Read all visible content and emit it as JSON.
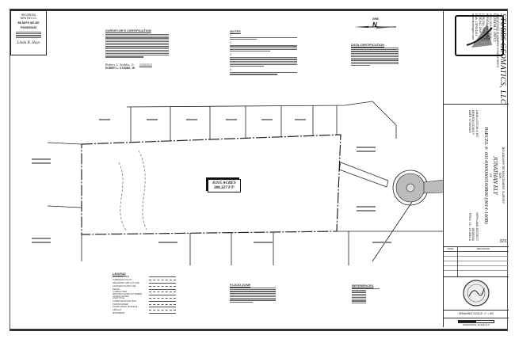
{
  "stamp": {
    "lines": [
      "RECORDED",
      "NEWTON CO.",
      "BK 88 PG 387-387",
      "P2023000126"
    ],
    "signature": "Linda B. Hays"
  },
  "surveyor_certification": {
    "heading": "SURVEYOR'S CERTIFICATION",
    "signature": "Robert L. Stubbs, Jr.",
    "signature_date": "07/05/2023",
    "signer": "ROBERT L. STUBBS, JR."
  },
  "notes": {
    "heading": "NOTES",
    "items": [
      "1.",
      "2.",
      "3.",
      "4."
    ]
  },
  "north_arrow": {
    "label": "GRID",
    "letter": "N"
  },
  "data_certification": {
    "heading": "DATA CERTIFICATION"
  },
  "area": {
    "acres": "8.915 ACRES",
    "square_feet": "388,327 FT²"
  },
  "legend": {
    "heading": "LEGEND",
    "items": [
      "BOUNDARY LINE",
      "OVERHEAD UTILITY",
      "NEIGHBOR LAND LOT LINE",
      "ADJACENT PLANS LINE",
      "FENCE",
      "CURBGUTTER",
      "IRON PIN FOUND (1/2\" REBAR UNLESS NOTED)",
      "LIGHT POLE",
      "COMMUNICATIONS BOX",
      "TRANSFORMER",
      "STORM DRAIN MANHOLE",
      "ASPHALT",
      "MONUMENT"
    ]
  },
  "flood_zone": {
    "heading": "FLOOD ZONE"
  },
  "references": {
    "heading": "REFERENCES"
  },
  "title_block": {
    "company": "STUBBS GEOMATICS, LLC",
    "tagline": "SURVEYORS  PLANNERS  CONSULTANTS",
    "contact_heading": "CONTACT INFO:",
    "contact": [
      "2441 US HWY 80 E",
      "MERIDA, GA 30056",
      "(478) 314-7979",
      "(478) 842-2840",
      "COA: LSF001191",
      "www.stubbsgeo.com"
    ],
    "logo_text": "SG",
    "survey_type": "BOUNDARY RETRACEMENT SURVEY",
    "for": "FOR",
    "client": "JONATHAN ELY",
    "of": "OF",
    "parcel": "PARCEL #: 00140000000100B00 (0014-100B)",
    "land_lots": "LAND LOTS 88 & 107",
    "county": "NEWTON COUNTY",
    "date": "DATE: 07/05/2023",
    "district": "10TH LAND DISTRICT",
    "state": "GEORGIA",
    "proj": "PROJ. I.D.: 23-0816-A",
    "sheet_no": "323",
    "rev_headers": [
      "DATE",
      "REVISIONS"
    ],
    "scale": "DRAWING SCALE: 1\" = 60'",
    "scale_bar_label": "HORIZONTAL SCALE (FT)"
  }
}
